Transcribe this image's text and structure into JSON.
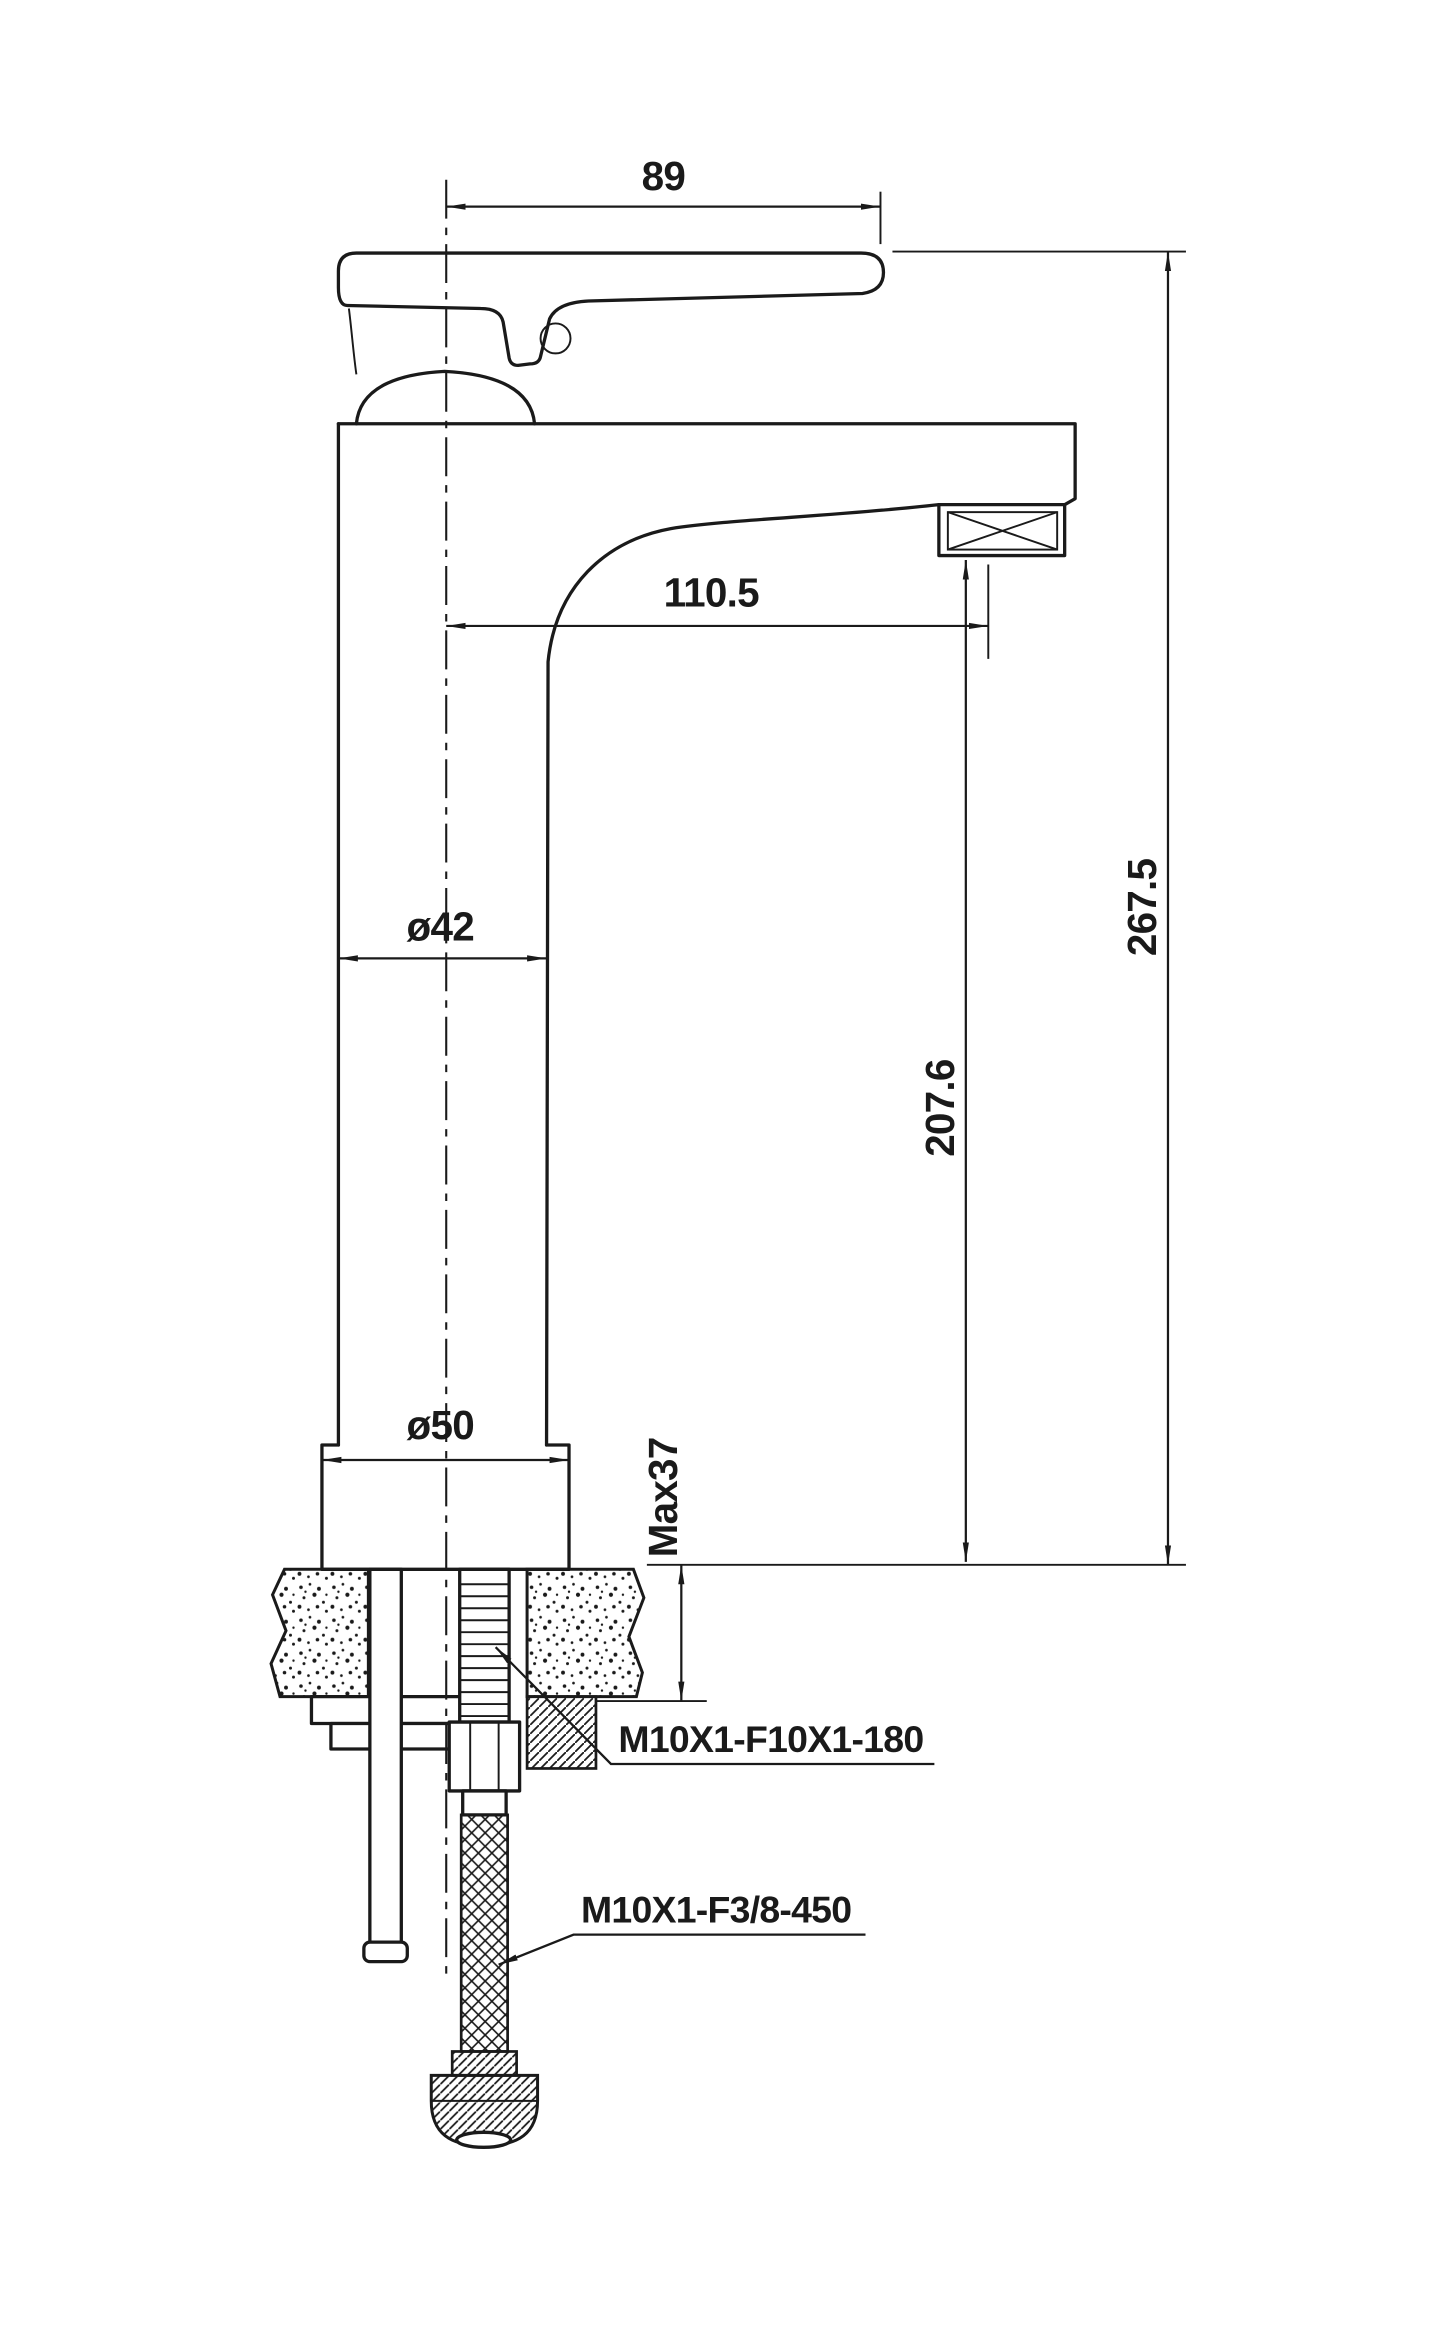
{
  "colors": {
    "line": "#1a1a1a",
    "background": "#ffffff"
  },
  "dimensions": {
    "handle_length": "89",
    "spout_reach": "110.5",
    "body_diameter": "ø42",
    "base_diameter": "ø50",
    "max_mounting_thickness": "Max37",
    "spout_height": "207.6",
    "overall_height": "267.5"
  },
  "labels": {
    "connector_top": "M10X1-F10X1-180",
    "connector_bottom": "M10X1-F3/8-450"
  }
}
